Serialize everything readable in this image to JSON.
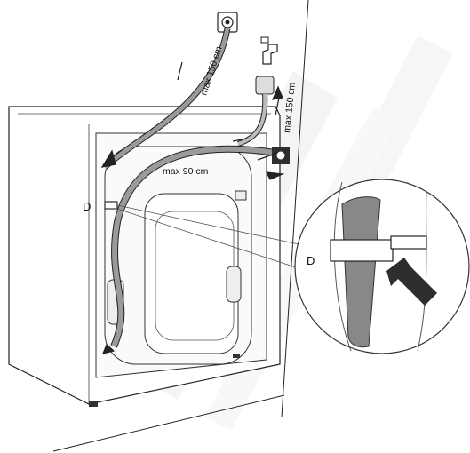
{
  "figure": {
    "labels": {
      "drain_height_max": "max 150 cm",
      "inlet_height_max": "max 150 cm",
      "hose_length_max": "max 90 cm",
      "clip_callout_main": "D",
      "clip_callout_detail": "D"
    },
    "watermark_color": "#e8e8e8",
    "hose_color": "#9a9a9a",
    "clip_color": "#2e2e2e"
  }
}
